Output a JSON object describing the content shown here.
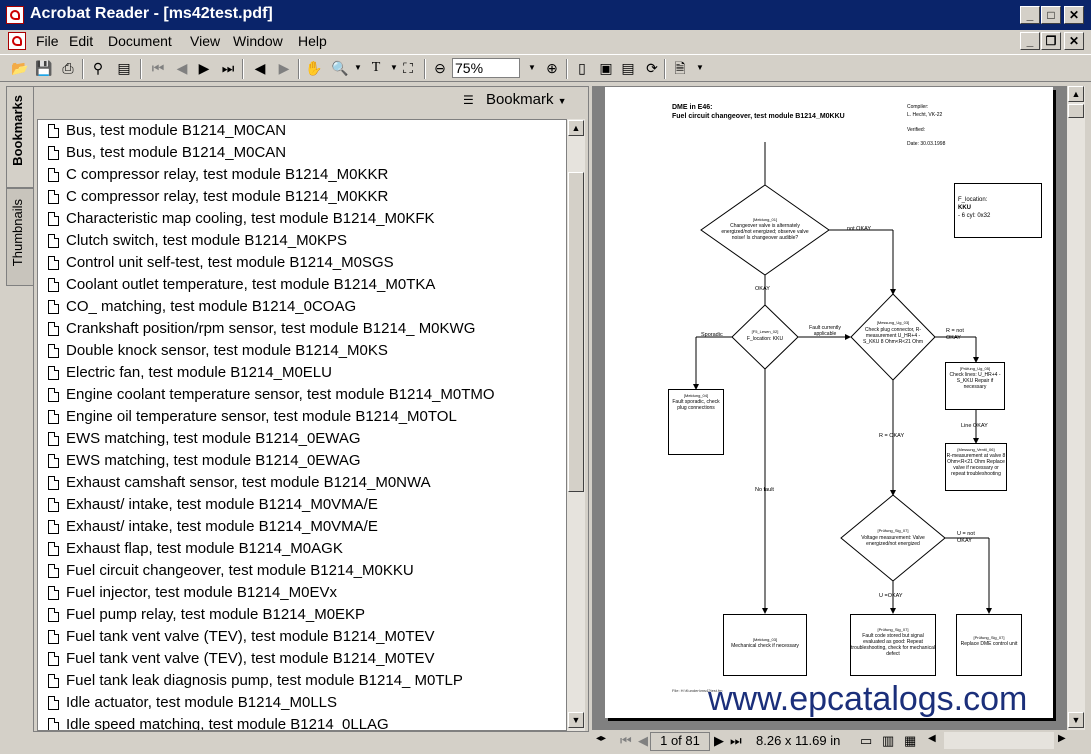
{
  "window": {
    "title": "Acrobat Reader - [ms42test.pdf]"
  },
  "menu": [
    "File",
    "Edit",
    "Document",
    "View",
    "Window",
    "Help"
  ],
  "toolbar": {
    "zoom": "75%"
  },
  "tabs": {
    "bookmarks": "Bookmarks",
    "thumbnails": "Thumbnails"
  },
  "bookmark_panel": {
    "menu_label": "Bookmark",
    "items": [
      "Bus, test module B1214_M0CAN",
      "Bus, test module B1214_M0CAN",
      "C compressor relay, test module B1214_M0KKR",
      "C compressor relay, test module B1214_M0KKR",
      "Characteristic map cooling, test module B1214_M0KFK",
      "Clutch switch, test module B1214_M0KPS",
      "Control unit self-test, test module B1214_M0SGS",
      "Coolant outlet temperature, test module B1214_M0TKA",
      "CO_ matching, test module B1214_0COAG",
      "Crankshaft position/rpm sensor, test module B1214_ M0KWG",
      "Double knock sensor, test module B1214_M0KS",
      "Electric fan, test module B1214_M0ELU",
      "Engine coolant temperature sensor, test module B1214_M0TMO",
      "Engine oil temperature sensor, test module B1214_M0TOL",
      "EWS matching, test module B1214_0EWAG",
      "EWS matching, test module B1214_0EWAG",
      "Exhaust camshaft sensor, test module B1214_M0NWA",
      "Exhaust/ intake, test module B1214_M0VMA/E",
      "Exhaust/ intake, test module B1214_M0VMA/E",
      "Exhaust flap, test module B1214_M0AGK",
      "Fuel circuit changeover, test module B1214_M0KKU",
      "Fuel injector, test module B1214_M0EVx",
      "Fuel pump relay, test module B1214_M0EKP",
      "Fuel tank vent valve (TEV), test module B1214_M0TEV",
      "Fuel tank vent valve (TEV), test module B1214_M0TEV",
      "Fuel tank leak diagnosis pump, test module B1214_ M0TLP",
      "Idle actuator, test module B1214_M0LLS",
      "Idle speed matching, test module B1214_0LLAG"
    ]
  },
  "document": {
    "title_line1": "DME in E46:",
    "title_line2": "Fuel circuit changeover, test module B1214_M0KKU",
    "compiler_label": "Compiler:",
    "compiler_name": "L. Hecht, VK-22",
    "verified_label": "Verified:",
    "date": "Date: 30.03.1998",
    "floc_line1": "F_location:",
    "floc_line2": "KKU",
    "floc_line3": "- 6 cyl: 0x32",
    "d1_id": "[Meldung_01]",
    "d1_text": "Changeover valve is alternately energized/not energized; observe valve noise! Is changeover audible?",
    "not_okay": "not OKAY",
    "okay": "OKAY",
    "d2_id": "[F5_Lesen_02]",
    "d2_text": "F_location: KKU",
    "sporadic": "Sporadic",
    "fault_applicable": "Fault currently applicable",
    "d3_id": "[Messung_Ug_03]",
    "d3_text": "Check plug connector, R-measurement U_HR+4 - S_KKU 8 Ohm<R<21 Ohm",
    "r_not_okay": "R = not OKAY",
    "b1_id": "[Meldung_04]",
    "b1_text": "Fault sporadic, check plug connections",
    "b2_id": "[Prüfung_Ug_05]",
    "b2_text": "Check lines: U_HR+4 - S_KKU Repair if necessary",
    "line_okay": "Line OKAY",
    "b3_id": "[Messung_Ventil_06]",
    "b3_text": "R-measurement at valve 8 Ohm<R<21 Ohm Replace valve if necessary or repeat troubleshooting",
    "r_okay": "R = OKAY",
    "no_fault": "No fault",
    "d4_id": "[Prüfung_Sig_07]",
    "d4_text": "Voltage measurement: Valve energized/not energized",
    "u_not_okay": "U = not OKAY",
    "u_okay": "U =OKAY",
    "b4_id": "[Meldung_03]",
    "b4_text": "Mechanical check if necessary",
    "b5_id": "[Prüfung_Sig_07]",
    "b5_text": "Fault code stored but signal evaluated as good: Repeat troubleshooting, check for mechanical defect",
    "b6_id": "[Prüfung_Sig_07]",
    "b6_text": "Replace DME control unit",
    "footer_file": "File: H:\\Kunden\\ms42test.fm",
    "watermark": "www.epcatalogs.com"
  },
  "status": {
    "page_current": "1 of 81",
    "page_size": "8.26 x 11.69 in"
  }
}
